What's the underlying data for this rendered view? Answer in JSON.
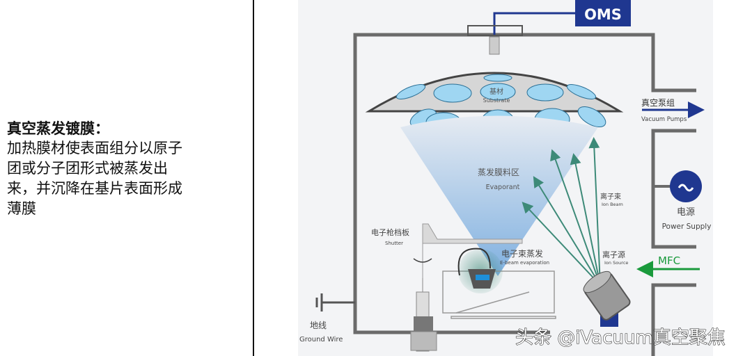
{
  "description_text": {
    "title": "真空蒸发镀膜：",
    "body_lines": [
      "加热膜材使表面组分以原子",
      "团或分子团形式被蒸发出",
      "来，并沉降在基片表面形成",
      "薄膜"
    ]
  },
  "diagram": {
    "oms": "OMS",
    "substrate_cn": "基材",
    "substrate_en": "Substrate",
    "vacuum_cn": "真空泵组",
    "vacuum_en": "Vacuum Pumps",
    "evaporant_cn": "蒸发膜料区",
    "evaporant_en": "Evaporant",
    "ion_beam_cn": "离子束",
    "ion_beam_en": "Ion Beam",
    "power_cn": "电源",
    "power_en": "Power Supply",
    "shutter_cn": "电子枪档板",
    "shutter_en": "Shutter",
    "ebeam_cn": "电子束蒸发",
    "ebeam_en": "E-beam evaporation",
    "ion_source_cn": "离子源",
    "ion_source_en": "Ion Source",
    "mfc": "MFC",
    "ground_cn": "地线",
    "ground_en": "Ground Wire",
    "watermark": "头条 @iVacuum真空聚焦"
  },
  "colors": {
    "navy": "#1f3790",
    "green": "#1a9a3c",
    "beam": "#3d8a78",
    "wall": "#6b6b6b"
  }
}
